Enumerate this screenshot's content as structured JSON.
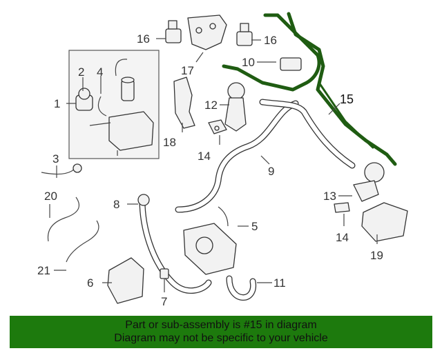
{
  "callouts": {
    "c1": "1",
    "c2": "2",
    "c3": "3",
    "c4": "4",
    "c5": "5",
    "c6": "6",
    "c7": "7",
    "c8": "8",
    "c9": "9",
    "c10": "10",
    "c11": "11",
    "c12": "12",
    "c13": "13",
    "c14a": "14",
    "c14b": "14",
    "c15": "15",
    "c16a": "16",
    "c16b": "16",
    "c17": "17",
    "c18": "18",
    "c19": "19",
    "c20": "20",
    "c21": "21"
  },
  "colors": {
    "highlight": "#1f5c12",
    "banner": "#1d7a0d"
  },
  "banner": {
    "line1": "Part or sub-assembly is #15 in diagram",
    "line2": "Diagram may not be specific to your vehicle"
  }
}
